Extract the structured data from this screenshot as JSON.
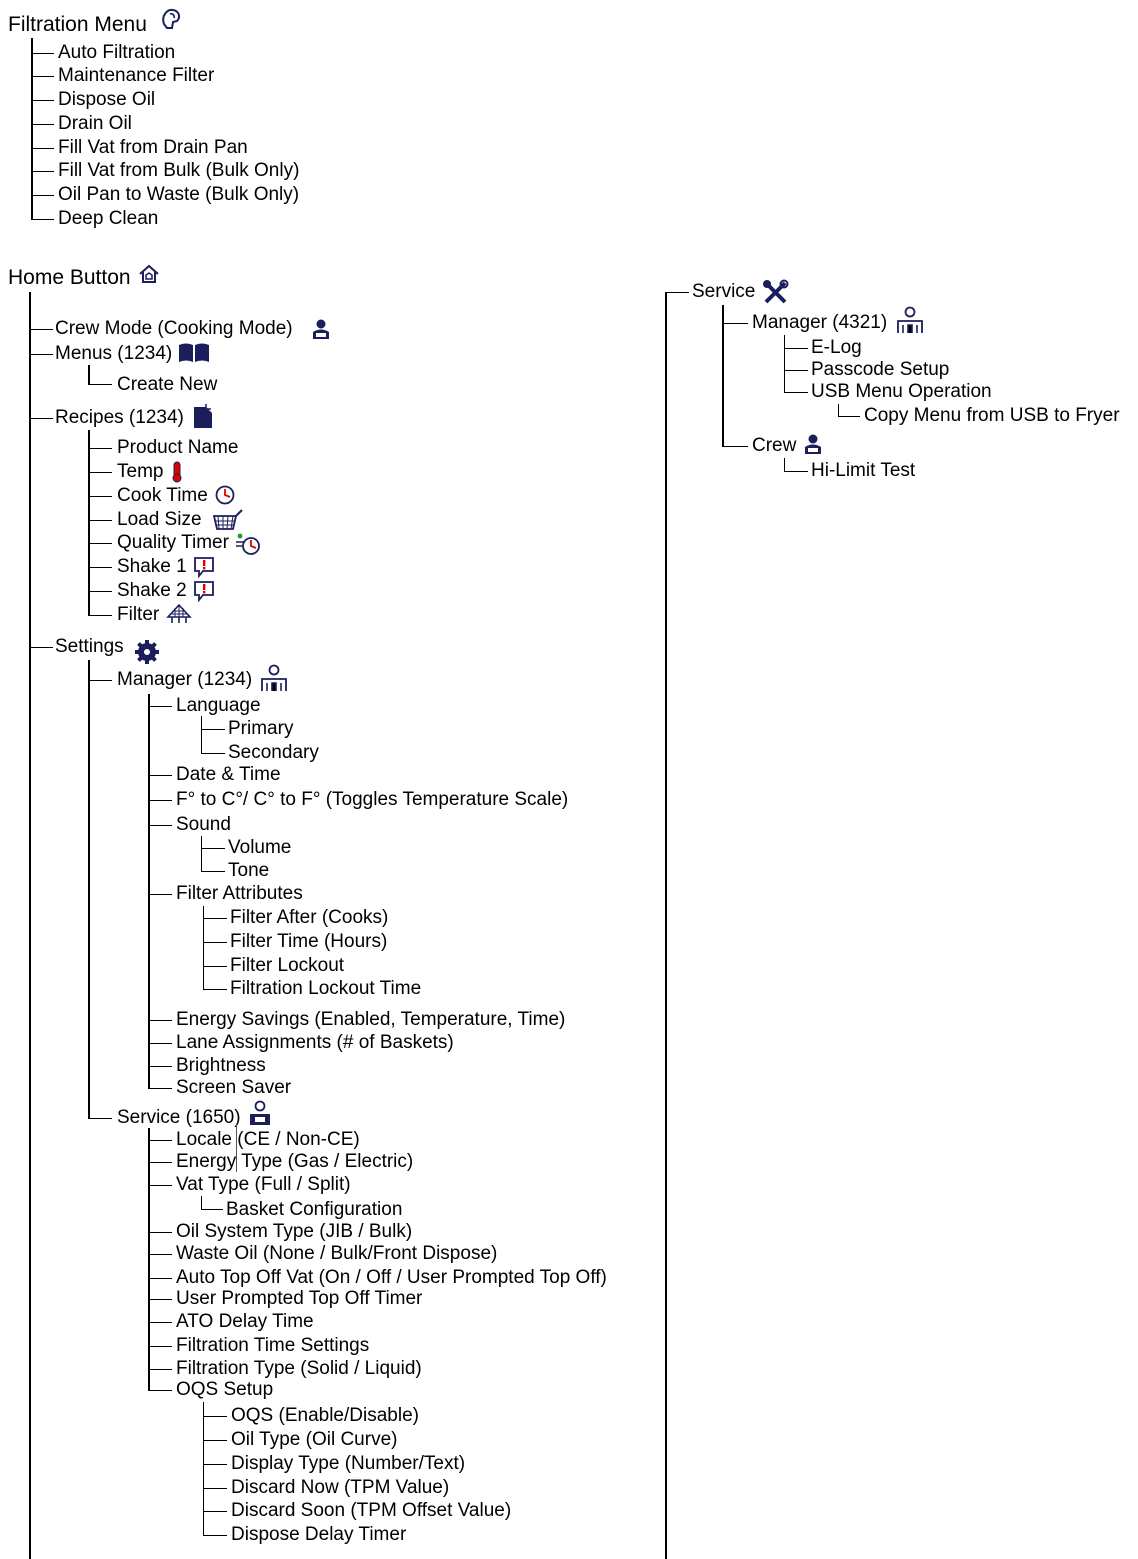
{
  "filtration": {
    "title": "Filtration Menu",
    "items": [
      "Auto Filtration",
      "Maintenance Filter",
      "Dispose Oil",
      "Drain Oil",
      "Fill Vat from Drain Pan",
      "Fill Vat from Bulk (Bulk Only)",
      "Oil Pan to Waste (Bulk Only)",
      "Deep Clean"
    ]
  },
  "home": {
    "title": "Home Button",
    "crew_mode": "Crew Mode (Cooking Mode)",
    "menus": "Menus (1234)",
    "create_new": "Create New",
    "recipes": "Recipes (1234)",
    "recipe_items": [
      "Product Name",
      "Temp",
      "Cook Time",
      "Load Size",
      "Quality Timer",
      "Shake 1",
      "Shake 2",
      "Filter"
    ],
    "settings": "Settings",
    "manager": "Manager (1234)",
    "language": "Language",
    "primary": "Primary",
    "secondary": "Secondary",
    "date_time": "Date & Time",
    "temp_scale": "F° to C°/ C° to F° (Toggles Temperature Scale)",
    "sound": "Sound",
    "volume": "Volume",
    "tone": "Tone",
    "filter_attributes": "Filter Attributes",
    "filter_attr_items": [
      "Filter After (Cooks)",
      "Filter Time (Hours)",
      "Filter Lockout",
      "Filtration Lockout Time"
    ],
    "energy_savings": "Energy Savings (Enabled, Temperature, Time)",
    "lane_assignments": "Lane Assignments (# of Baskets)",
    "brightness": "Brightness",
    "screen_saver": "Screen Saver",
    "service": "Service (1650)",
    "locale": "Locale (CE / Non-CE)",
    "energy_type": "Energy Type (Gas / Electric)",
    "vat_type": "Vat Type (Full / Split)",
    "basket_config": "Basket Configuration",
    "service_items": [
      "Oil System Type (JIB / Bulk)",
      "Waste Oil (None / Bulk/Front Dispose)",
      "Auto Top Off Vat (On / Off / User Prompted Top Off)",
      "User Prompted Top Off Timer",
      "ATO Delay Time",
      "Filtration Time Settings",
      "Filtration Type (Solid / Liquid)"
    ],
    "oqs_setup": "OQS Setup",
    "oqs_items": [
      "OQS (Enable/Disable)",
      "Oil Type (Oil Curve)",
      "Display Type (Number/Text)",
      "Discard Now (TPM Value)",
      "Discard Soon (TPM Offset Value)",
      "Dispose Delay Timer"
    ]
  },
  "service_tree": {
    "title": "Service",
    "manager": "Manager (4321)",
    "elog": "E-Log",
    "passcode": "Passcode Setup",
    "usb": "USB Menu Operation",
    "copy_menu": "Copy Menu from USB to Fryer",
    "crew": "Crew",
    "hi_limit": "Hi-Limit Test"
  },
  "icons": [
    "filtration-icon",
    "home-icon",
    "crew-icon",
    "book-icon",
    "recipe-icon",
    "thermometer-icon",
    "clock-icon",
    "basket-icon",
    "quality-timer-icon",
    "shake-alert-icon",
    "filter-icon",
    "gear-icon",
    "manager-icon",
    "service-person-icon",
    "wrench-icon"
  ],
  "colors": {
    "icon_navy": "#1a1f5c",
    "temp_red": "#e00000",
    "ink": "#000000"
  }
}
